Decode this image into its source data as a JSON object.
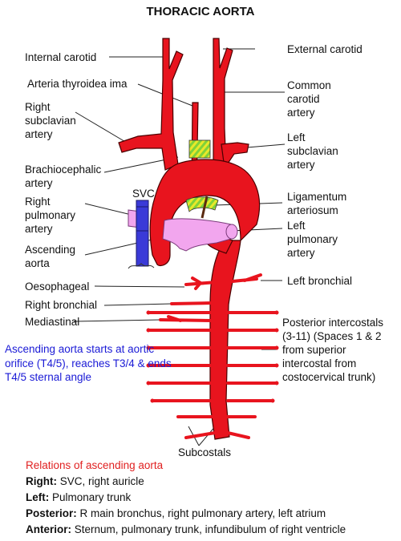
{
  "title": "THORACIC AORTA",
  "labels": {
    "internal_carotid": "Internal carotid",
    "external_carotid": "External carotid",
    "arteria_thyroidea": "Arteria thyroidea ima",
    "common_carotid": [
      "Common",
      "carotid",
      "artery"
    ],
    "right_subclavian": [
      "Right",
      "subclavian",
      "artery"
    ],
    "left_subclavian": [
      "Left",
      "subclavian",
      "artery"
    ],
    "brachiocephalic": [
      "Brachiocephalic",
      "artery"
    ],
    "svc": "SVC",
    "right_pulmonary": [
      "Right",
      "pulmonary",
      "artery"
    ],
    "ligamentum": [
      "Ligamentum",
      "arteriosum"
    ],
    "ascending": [
      "Ascending",
      "aorta"
    ],
    "left_pulmonary": [
      "Left",
      "pulmonary",
      "artery"
    ],
    "oesophageal": "Oesophageal",
    "left_bronchial": "Left bronchial",
    "right_bronchial": "Right bronchial",
    "mediastinal": "Mediastinal",
    "posterior_intercostals": [
      "Posterior intercostals",
      "(3-11) (Spaces 1 & 2",
      "from superior",
      "intercostal from",
      "costocervical trunk)"
    ],
    "subcostals": "Subcostals"
  },
  "note": "Ascending aorta starts at aortic orifice (T4/5), reaches T3/4 & ends T4/5 sternal angle",
  "relations": {
    "heading": "Relations of ascending aorta",
    "items": [
      {
        "key": "Right:",
        "text": " SVC, right auricle"
      },
      {
        "key": "Left:",
        "text": " Pulmonary trunk"
      },
      {
        "key": "Posterior:",
        "text": " R main bronchus, right pulmonary artery, left atrium"
      },
      {
        "key": "Anterior:",
        "text": " Sternum, pulmonary trunk, infundibulum of right ventricle"
      }
    ]
  },
  "colors": {
    "artery": "#e8141e",
    "artery_outline": "#4a0000",
    "pulmonary": "#f2a6ee",
    "svc": "#3a3ad8",
    "ligament_green": "#7fd23a",
    "ligament_yellow": "#e8e82a",
    "note_blue": "#1a1ad6",
    "heading_red": "#e02020"
  }
}
